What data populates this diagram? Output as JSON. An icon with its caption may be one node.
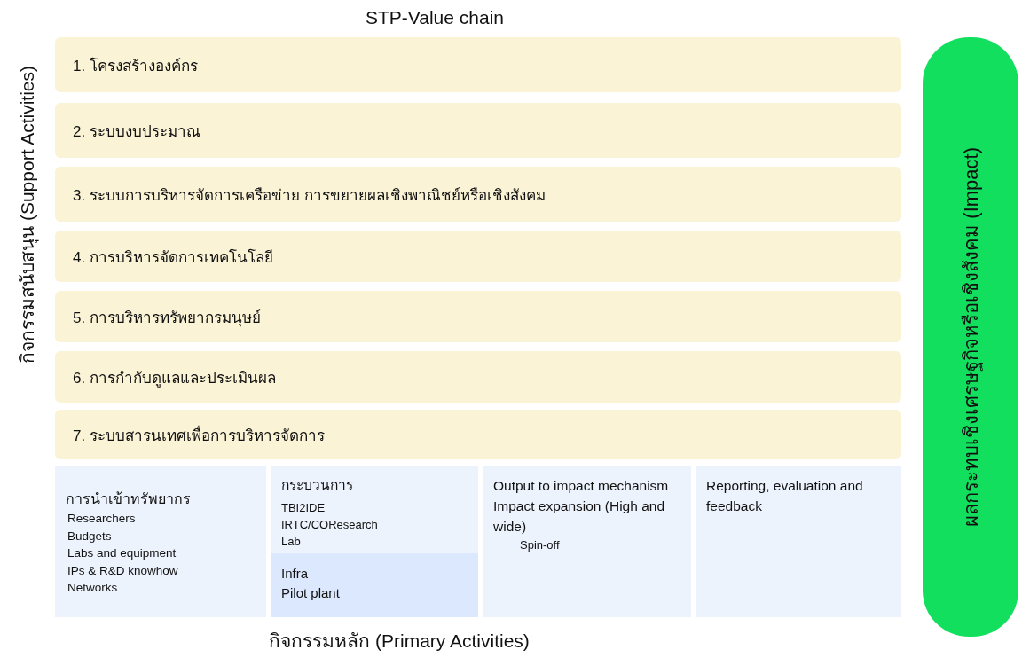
{
  "diagram": {
    "title": "STP-Value chain",
    "nodes": [
      {
        "text": [
          "1. โครงสร้างองค์กร"
        ]
      },
      {
        "text": [
          "2. ระบบงบประมาณ"
        ]
      },
      {
        "text": [
          "3. ระบบการบริหารจัดการเครือข่าย การขยายผลเชิงพาณิชย์หรือเชิงสังคม"
        ]
      },
      {
        "text": [
          "4. การบริหารจัดการเทคโนโลยี"
        ]
      },
      {
        "text": [
          "5. การบริหารทรัพยากรมนุษย์"
        ]
      },
      {
        "text": [
          "6. การกำกับดูแลและประเมินผล"
        ]
      },
      {
        "text": [
          "7. ระบบสารนเทศเพื่อการบริหารจัดการ"
        ]
      },
      {
        "text": [
          "การนำเข้าทรัพยากร",
          "Researchers",
          "Budgets",
          "Labs and equipment",
          "IPs & R&D knowhow",
          "Networks"
        ]
      },
      {
        "text": [
          "กระบวนการ",
          "TBI2IDE",
          "IRTC/COResearch",
          "Lab"
        ]
      },
      {
        "text": [
          "Infra",
          "Pilot plant"
        ],
        "in": 8
      },
      {
        "text": [
          "Output to impact mechanism",
          "Impact expansion (High and wide)",
          "Spin-off"
        ]
      },
      {
        "text": [
          "Reporting, evaluation and feedback"
        ]
      },
      {
        "text": [
          "ผลกระทบเชิงเศรษฐกิจหรือเชิงสังคม (Impact)"
        ]
      }
    ],
    "labels": [
      "กิจกรรมสนับสนุน (Support Activities)",
      "กิจกรรมหลัก (Primary Activities)"
    ]
  }
}
